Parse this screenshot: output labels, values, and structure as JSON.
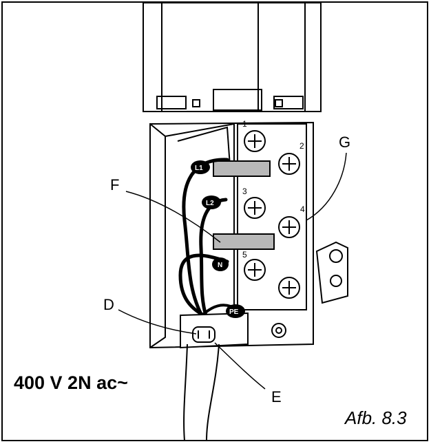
{
  "figure": {
    "caption": "Afb. 8.3",
    "supply_label": "400 V  2N ac~"
  },
  "callouts": {
    "D": "D",
    "E": "E",
    "F": "F",
    "G": "G"
  },
  "terminal_numbers": [
    "1",
    "2",
    "3",
    "4",
    "5"
  ],
  "wire_badges": {
    "l1": "L1",
    "l2": "L2",
    "n": "N",
    "pe": "PE"
  },
  "colors": {
    "line": "#000000",
    "bar": "#b8b8b8",
    "background": "#ffffff"
  }
}
